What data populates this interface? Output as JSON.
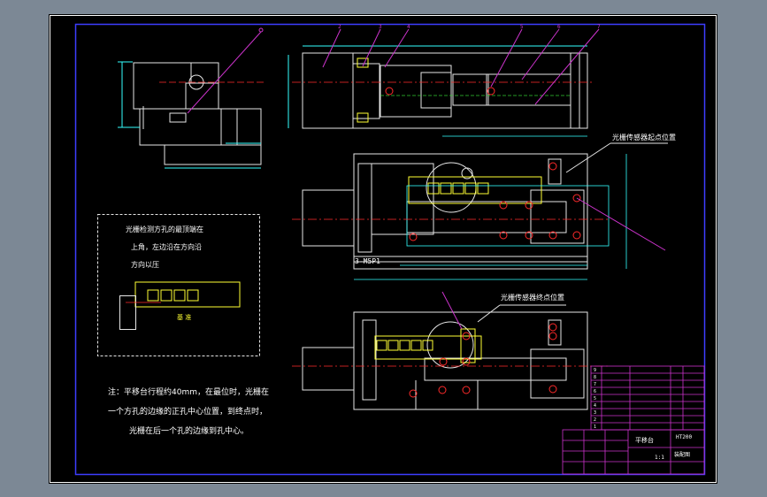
{
  "colors": {
    "viewport_background": "#7c8895",
    "sheet_background": "#000000",
    "frame_white": "#ffffff",
    "frame_blue": "#3d3dff",
    "geometry": "#e6e6e6",
    "centerline": "#ff2a2a",
    "leader": "#cc33cc",
    "highlight": "#ffff33",
    "dimension": "#33ffff",
    "hidden": "#33cc33"
  },
  "balloons": [
    "1",
    "2",
    "3",
    "4",
    "5",
    "6",
    "7"
  ],
  "annotations": {
    "sensor_start": "光栅传感器起点位置",
    "sensor_end": "光栅传感器终点位置",
    "note_box_line1": "光栅检测方孔的最顶端在",
    "note_box_line2": "上角，左边沿在方向沿",
    "note_box_line3": "方向以压",
    "note_box_label": "基 准",
    "bolt_spec": "3-M5P1",
    "bottom_note_line1": "注：平移台行程约40mm，在最位时，光栅在",
    "bottom_note_line2": "一个方孔的边缘的正孔中心位置，到终点时，",
    "bottom_note_line3": "光栅在后一个孔的边缘到孔中心。"
  },
  "title_block": {
    "drawing_name": "平移台",
    "material": "HT200",
    "scale": "1:1",
    "sheet_label": "装配图",
    "bom_rows": [
      "1",
      "2",
      "3",
      "4",
      "5",
      "6",
      "7",
      "8",
      "9"
    ]
  }
}
